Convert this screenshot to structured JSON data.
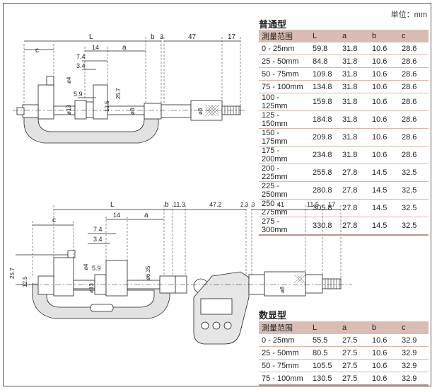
{
  "unit_label": "単位：mm",
  "standard": {
    "title": "普通型",
    "headers": [
      "測量范围",
      "L",
      "a",
      "b",
      "c"
    ],
    "rows": [
      [
        "0 - 25mm",
        "59.8",
        "31.8",
        "10.6",
        "28.6"
      ],
      [
        "25 - 50mm",
        "84.8",
        "31.8",
        "10.6",
        "28.6"
      ],
      [
        "50 - 75mm",
        "109.8",
        "31.8",
        "10.6",
        "28.6"
      ],
      [
        "75 - 100mm",
        "134.8",
        "31.8",
        "10.6",
        "28.6"
      ],
      [
        "100 - 125mm",
        "159.8",
        "31.8",
        "10.6",
        "28.6"
      ],
      [
        "125 - 150mm",
        "184.8",
        "31.8",
        "10.6",
        "28.6"
      ],
      [
        "150 - 175mm",
        "209.8",
        "31.8",
        "10.6",
        "28.6"
      ],
      [
        "175 - 200mm",
        "234.8",
        "31.8",
        "10.6",
        "28.6"
      ],
      [
        "200 - 225mm",
        "255.8",
        "27.8",
        "14.5",
        "32.5"
      ],
      [
        "225 - 250mm",
        "280.8",
        "27.8",
        "14.5",
        "32.5"
      ],
      [
        "250 - 275mm",
        "305.8",
        "27.8",
        "14.5",
        "32.5"
      ],
      [
        "275 - 300mm",
        "330.8",
        "27.8",
        "14.5",
        "32.5"
      ]
    ]
  },
  "digital": {
    "title": "数显型",
    "headers": [
      "測量范围",
      "L",
      "a",
      "b",
      "c"
    ],
    "rows": [
      [
        "0 - 25mm",
        "55.5",
        "27.5",
        "10.6",
        "32.9"
      ],
      [
        "25 - 50mm",
        "80.5",
        "27.5",
        "10.6",
        "32.9"
      ],
      [
        "50 - 75mm",
        "105.5",
        "27.5",
        "10.6",
        "32.9"
      ],
      [
        "75 - 100mm",
        "130.5",
        "27.5",
        "10.6",
        "32.9"
      ]
    ]
  },
  "diagram_top_labels": {
    "c": "c",
    "L": "L",
    "b": "b",
    "d3": "3",
    "d47": "47",
    "d17": "17",
    "d14": "14",
    "a": "a",
    "d7_4": "7.4",
    "d3_4": "3.4",
    "phi4": "ø4",
    "d5_9": "5.9",
    "d12_5": "12.5",
    "d25_7": "25.7",
    "phi13": "ø13",
    "phi8a": "ø8",
    "phi8b": "ø8"
  },
  "diagram_bottom_labels": {
    "L": "L",
    "b": "b",
    "d11_3": "11.3",
    "d47_2": "47.2",
    "d2_3": "2.3",
    "d3": "3",
    "d41": "41",
    "d11_5": "11.5",
    "d17": "17",
    "c": "c",
    "d14": "14",
    "a": "a",
    "d7_4": "7.4",
    "d3_4": "3.4",
    "phi4": "ø4",
    "d5_9": "5.9",
    "d25_7": "25.7",
    "d12_5": "12.5",
    "phi13": "ø13",
    "phi6_35": "ø6.35",
    "phi8": "ø8"
  }
}
